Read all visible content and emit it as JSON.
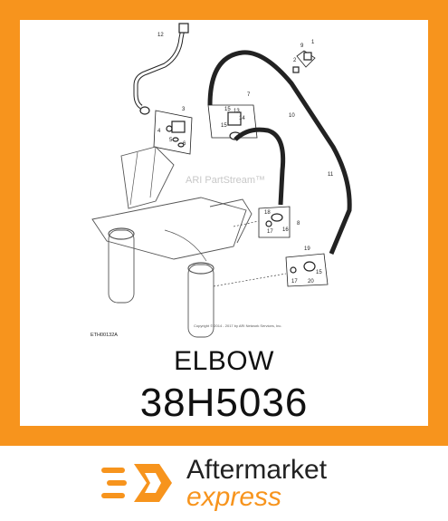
{
  "diagram": {
    "watermark": "ARI PartStream™",
    "figure_id": "ETH00132A",
    "copyright": "Copyright © 2014 - 2017 by ARI Network Services, Inc.",
    "callouts": [
      "12",
      "3",
      "4",
      "5",
      "6",
      "7",
      "15",
      "13",
      "14",
      "15",
      "10",
      "9",
      "1",
      "2",
      "11",
      "18",
      "8",
      "17",
      "16",
      "19",
      "15",
      "17",
      "20"
    ]
  },
  "product": {
    "name": "ELBOW",
    "part_number": "38H5036"
  },
  "brand": {
    "line1": "Aftermarket",
    "line2": "express",
    "accent_color": "#f7941d",
    "icon": "hexagon-speed-logo-icon"
  }
}
